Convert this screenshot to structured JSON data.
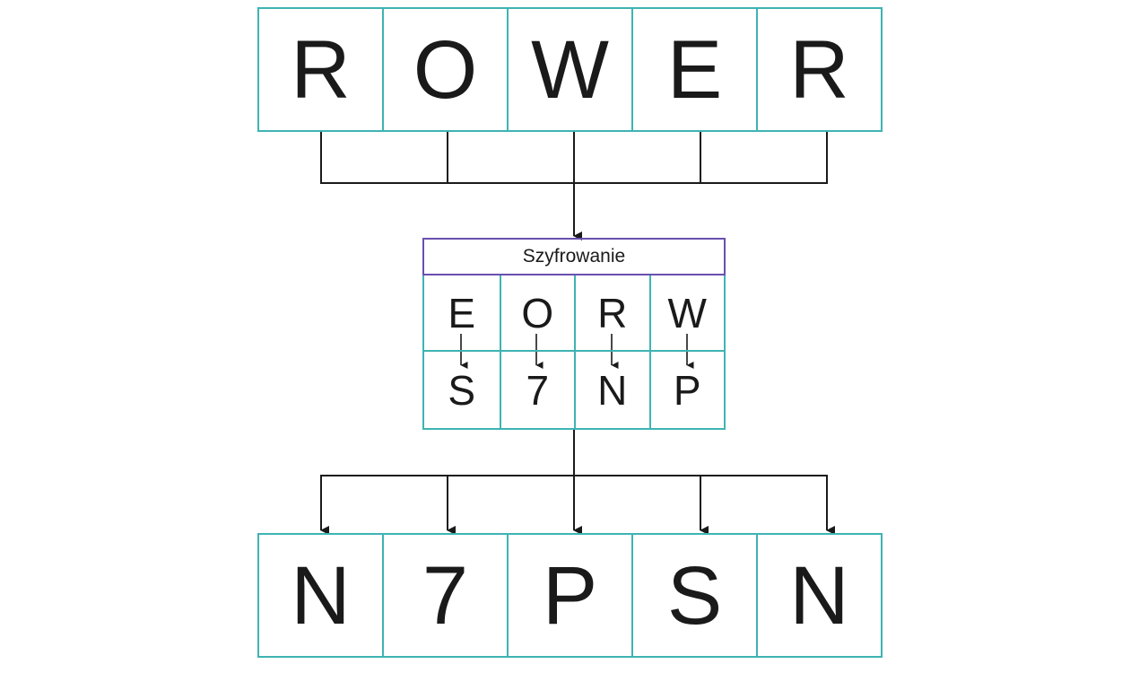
{
  "input_word": [
    "R",
    "O",
    "W",
    "E",
    "R"
  ],
  "cipher": {
    "title": "Szyfrowanie",
    "plain": [
      "E",
      "O",
      "R",
      "W"
    ],
    "coded": [
      "S",
      "7",
      "N",
      "P"
    ]
  },
  "output_word": [
    "N",
    "7",
    "P",
    "S",
    "N"
  ],
  "colors": {
    "cell_border": "#3fb3b3",
    "title_border": "#6a4fb0",
    "line": "#1a1a1a",
    "text": "#1a1a1a"
  }
}
